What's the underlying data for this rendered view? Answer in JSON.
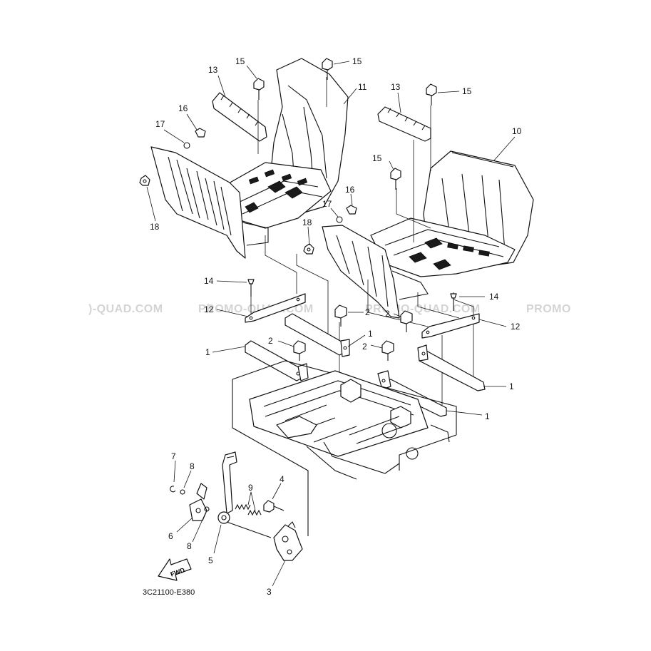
{
  "diagram": {
    "code": "3C21100-E380",
    "fwd_label": "FWD",
    "watermark_text": "PROMO-QUAD.COM",
    "watermark_left_partial": ")-QUAD.COM",
    "watermark_right_partial": "PROMO",
    "callouts": [
      "15",
      "15",
      "15",
      "15",
      "13",
      "13",
      "11",
      "10",
      "16",
      "16",
      "17",
      "17",
      "18",
      "18",
      "14",
      "14",
      "12",
      "12",
      "2",
      "2",
      "2",
      "2",
      "1",
      "1",
      "1",
      "1",
      "7",
      "8",
      "8",
      "6",
      "9",
      "4",
      "5",
      "3"
    ]
  }
}
